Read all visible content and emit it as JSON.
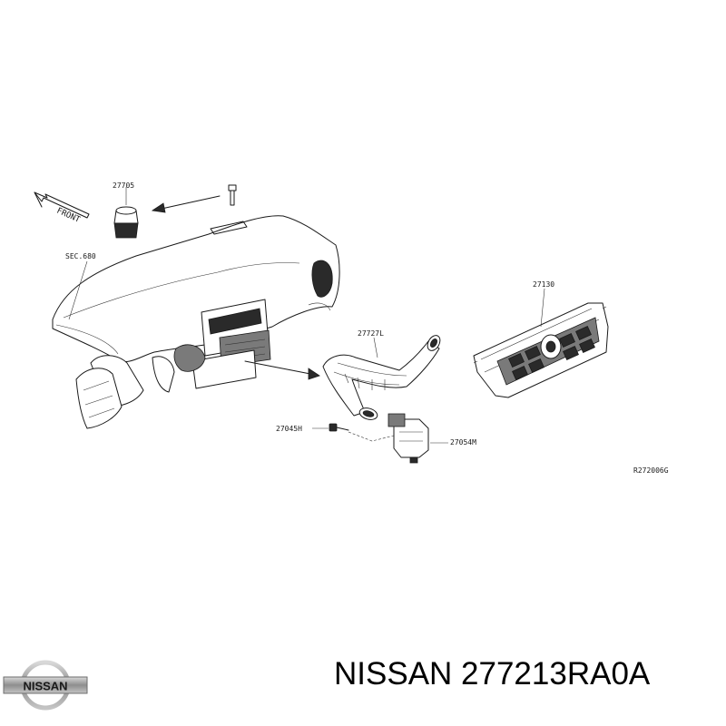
{
  "diagram": {
    "front_label": "FRONT",
    "section_ref": "SEC.680",
    "callouts": {
      "p27705": "27705",
      "p27130": "27130",
      "p27727L": "27727L",
      "p27045H": "27045H",
      "p27054M": "27054M"
    },
    "drawing_code": "R272006G"
  },
  "brand": {
    "logo_text": "NISSAN",
    "caption": "NISSAN 277213RA0A"
  },
  "colors": {
    "ink": "#1a1a1a",
    "logo_silver": "#9a9a9a"
  }
}
